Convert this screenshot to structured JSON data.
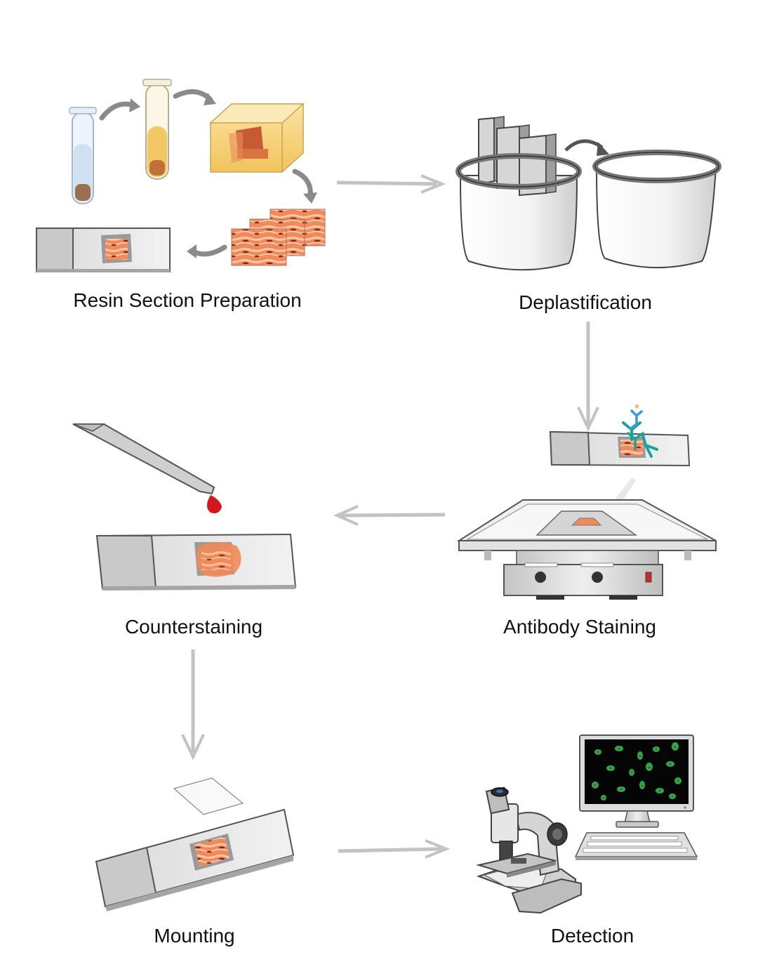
{
  "steps": {
    "resin": {
      "label": "Resin Section Preparation"
    },
    "deplast": {
      "label": "Deplastification"
    },
    "antibody": {
      "label": "Antibody Staining"
    },
    "counter": {
      "label": "Counterstaining"
    },
    "mounting": {
      "label": "Mounting"
    },
    "detection": {
      "label": "Detection"
    }
  },
  "colors": {
    "arrow": "#c3c3c3",
    "tissue": "#f08a5a",
    "tissue_stripe": "#f6c9a8",
    "nucleus": "#8a2018",
    "resin": "#f5d27e",
    "slide": "#e4e4e4",
    "antibody_teal": "#1aa39a",
    "antibody_blue": "#3a9ad6",
    "blood": "#d2161e",
    "screen": "#050505",
    "cell_green": "#1fae4a",
    "cell_red": "#c32229"
  },
  "icons": {
    "resin": "test-tubes-resin-block-section-slide-icon",
    "deplast": "staining-jars-icon",
    "antibody": "shaker-slide-antibody-icon",
    "counter": "pipette-drop-slide-icon",
    "mounting": "coverslip-slide-icon",
    "detection": "microscope-computer-icon"
  }
}
